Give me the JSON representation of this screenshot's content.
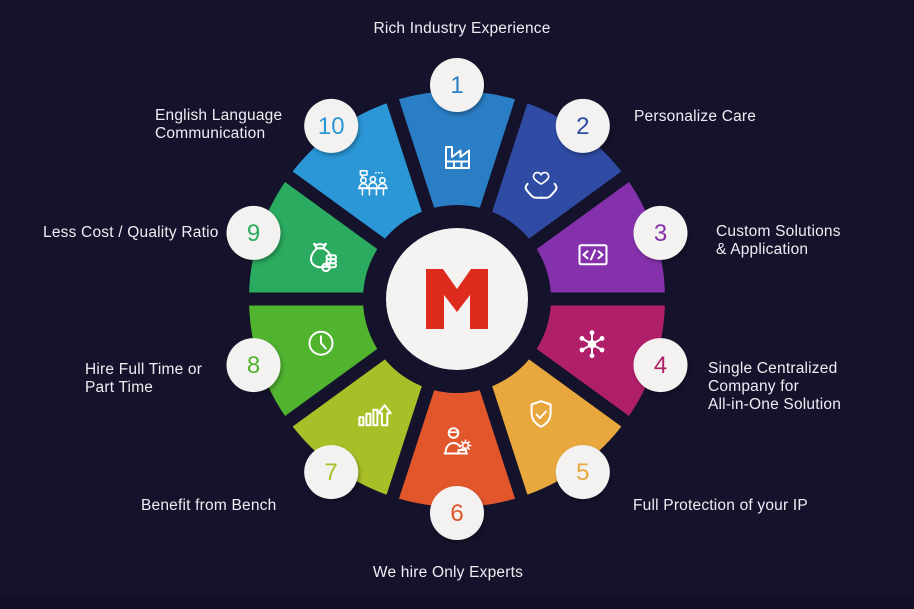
{
  "diagram": {
    "type": "circular-benefits-wheel",
    "background_color": "#15132c",
    "text_color": "#edeef2",
    "gap_color": "#15132c",
    "center_logo": {
      "name": "M-logo",
      "color": "#de2b1d",
      "circle_color": "#f4f3f1",
      "badge_color": "#f3f2f0"
    },
    "segments": [
      {
        "number": "1",
        "lines": [
          "Rich Industry Experience"
        ],
        "color": "#2a7ec5",
        "icon": "factory-icon"
      },
      {
        "number": "2",
        "lines": [
          "Personalize Care"
        ],
        "color": "#2f4ba4",
        "icon": "hands-holding-heart-icon"
      },
      {
        "number": "3",
        "lines": [
          "Custom Solutions",
          "& Application"
        ],
        "color": "#8631ac",
        "icon": "code-window-icon"
      },
      {
        "number": "4",
        "lines": [
          "Single Centralized",
          "Company for",
          "All-in-One Solution"
        ],
        "color": "#b01f69",
        "icon": "network-hub-icon"
      },
      {
        "number": "5",
        "lines": [
          "Full Protection of your IP"
        ],
        "color": "#e8a83d",
        "icon": "shield-check-icon"
      },
      {
        "number": "6",
        "lines": [
          "We hire Only Experts"
        ],
        "color": "#e2562b",
        "icon": "person-gear-icon"
      },
      {
        "number": "7",
        "lines": [
          "Benefit from Bench"
        ],
        "color": "#a9bf27",
        "icon": "growth-bars-icon"
      },
      {
        "number": "8",
        "lines": [
          "Hire Full Time or",
          "Part Time"
        ],
        "color": "#50b42f",
        "icon": "clock-icon"
      },
      {
        "number": "9",
        "lines": [
          "Less Cost / Quality Ratio"
        ],
        "color": "#2bab5f",
        "icon": "money-bag-icon"
      },
      {
        "number": "10",
        "lines": [
          "English Language",
          "Communication"
        ],
        "color": "#2b97d6",
        "icon": "people-meeting-icon"
      }
    ]
  }
}
